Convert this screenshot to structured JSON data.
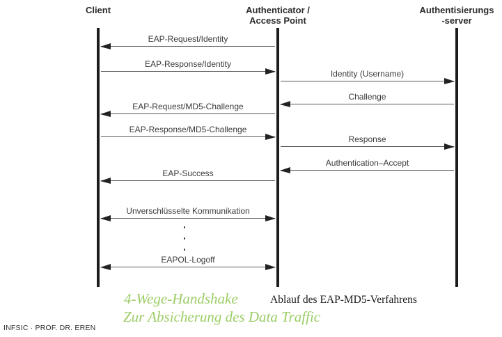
{
  "actors": [
    {
      "id": "client",
      "line1": "Client",
      "line2": ""
    },
    {
      "id": "authenticator",
      "line1": "Authenticator /",
      "line2": "Access Point"
    },
    {
      "id": "server",
      "line1": "Authentisierungs",
      "line2": "-server"
    }
  ],
  "messages": [
    {
      "label": "EAP-Request/Identity",
      "from": "authenticator",
      "to": "client",
      "direction": "left"
    },
    {
      "label": "EAP-Response/Identity",
      "from": "client",
      "to": "authenticator",
      "direction": "right"
    },
    {
      "label": "Identity (Username)",
      "from": "authenticator",
      "to": "server",
      "direction": "right"
    },
    {
      "label": "Challenge",
      "from": "server",
      "to": "authenticator",
      "direction": "left"
    },
    {
      "label": "EAP-Request/MD5-Challenge",
      "from": "authenticator",
      "to": "client",
      "direction": "left"
    },
    {
      "label": "EAP-Response/MD5-Challenge",
      "from": "client",
      "to": "authenticator",
      "direction": "right"
    },
    {
      "label": "Response",
      "from": "authenticator",
      "to": "server",
      "direction": "right"
    },
    {
      "label": "Authentication–Accept",
      "from": "server",
      "to": "authenticator",
      "direction": "left"
    },
    {
      "label": "EAP-Success",
      "from": "authenticator",
      "to": "client",
      "direction": "left"
    },
    {
      "label": "Unverschlüsselte Kommunikation",
      "from": "client",
      "to": "authenticator",
      "direction": "both"
    },
    {
      "label": "EAPOL-Logoff",
      "from": "client",
      "to": "authenticator",
      "direction": "both"
    }
  ],
  "captions": {
    "handshake_title": "4-Wege-Handshake",
    "handshake_subtitle": "Zur Absicherung des Data Traffic",
    "diagram_caption": "Ablauf des EAP-MD5-Verfahrens",
    "footer": "INFSIC · PROF. DR. EREN"
  },
  "colors": {
    "highlight_green": "#9ccd66",
    "arrow_line": "#555555",
    "lifeline": "#1c1c1c",
    "label_text": "#3a3a3a"
  }
}
